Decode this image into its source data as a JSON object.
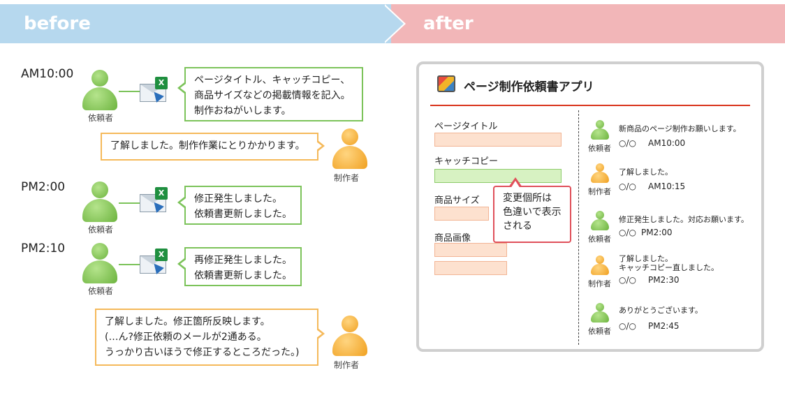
{
  "banner": {
    "before": "before",
    "after": "after"
  },
  "timeline": [
    {
      "time": "AM10:00"
    },
    {
      "time": "PM2:00"
    },
    {
      "time": "PM2:10"
    }
  ],
  "roles": {
    "requester": "依頼者",
    "creator": "制作者"
  },
  "bubbles": {
    "b1": [
      "ページタイトル、キャッチコピー、",
      "商品サイズなどの掲載情報を記入。",
      "制作おねがいします。"
    ],
    "b2": [
      "了解しました。制作作業にとりかかります。"
    ],
    "b3": [
      "修正発生しました。",
      "依頼書更新しました。"
    ],
    "b4": [
      "再修正発生しました。",
      "依頼書更新しました。"
    ],
    "b5": [
      "了解しました。修正箇所反映します。",
      "(…ん?修正依頼のメールが2通ある。",
      "うっかり古いほうで修正するところだった。)"
    ]
  },
  "app": {
    "title": "ページ制作依頼書アプリ",
    "fields": {
      "page_title": "ページタイトル",
      "catch_copy": "キャッチコピー",
      "product_size": "商品サイズ",
      "product_image": "商品画像"
    },
    "note": [
      "変更個所は",
      "色違いで表示",
      "される"
    ],
    "messages": [
      {
        "text": [
          "新商品のページ制作お願いします。"
        ],
        "status": "○/○",
        "time": "AM10:00",
        "role": "依頼者"
      },
      {
        "text": [
          "了解しました。"
        ],
        "status": "○/○",
        "time": "AM10:15",
        "role": "制作者"
      },
      {
        "text": [
          "修正発生しました。対応お願います。"
        ],
        "status": "○/○",
        "time": "PM2:00",
        "role": "依頼者"
      },
      {
        "text": [
          "了解しました。",
          "キャッチコピー直しました。"
        ],
        "status": "○/○",
        "time": "PM2:30",
        "role": "制作者"
      },
      {
        "text": [
          "ありがとうございます。"
        ],
        "status": "○/○",
        "time": "PM2:45",
        "role": "依頼者"
      }
    ]
  },
  "colors": {
    "before_banner": "#b6d8ee",
    "after_banner": "#f2b6b8",
    "requester": "#6cb33e",
    "creator": "#f0a020",
    "changed_field": "#d7f2c2",
    "accent_rule": "#d9341c"
  }
}
